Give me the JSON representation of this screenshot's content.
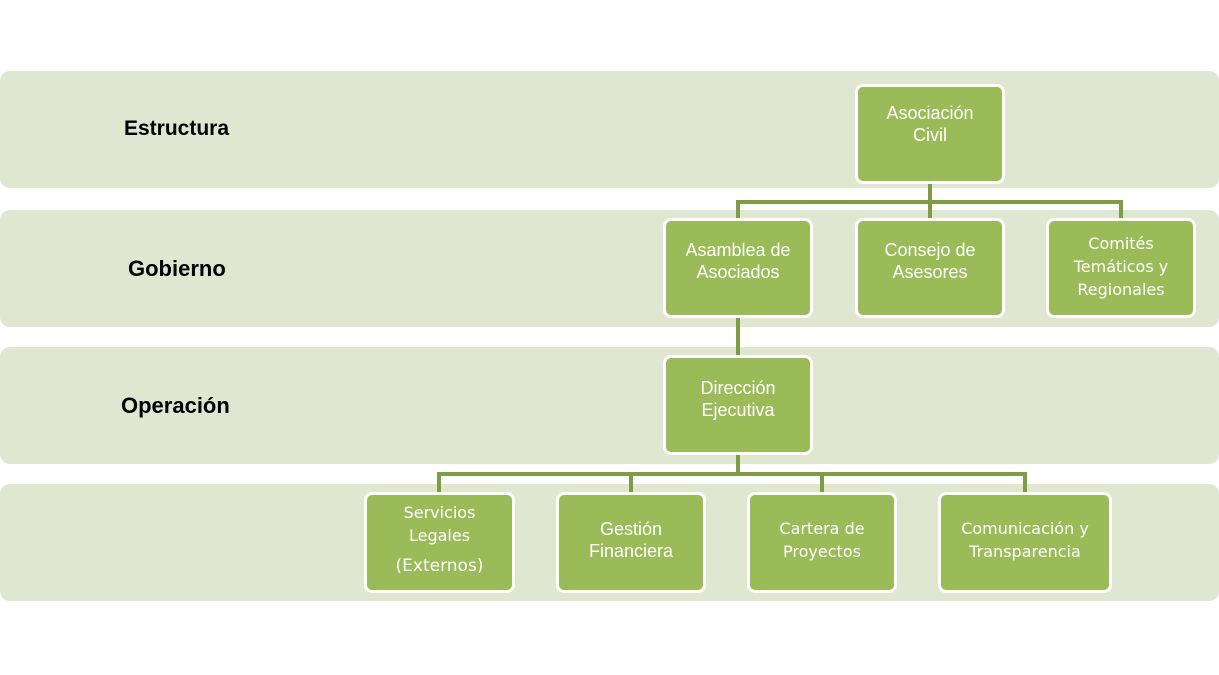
{
  "diagram": {
    "title": "Organigrama",
    "colors": {
      "band": "#dfe7d1",
      "node": "#9bbb59",
      "connector": "#7e9c46",
      "node_text": "#ffffff"
    },
    "bands": [
      {
        "label": "Estructura"
      },
      {
        "label": "Gobierno"
      },
      {
        "label": "Operación"
      },
      {
        "label": ""
      }
    ],
    "nodes": {
      "asociacion_civil": {
        "lines": [
          "Asociación",
          "Civil"
        ]
      },
      "asamblea": {
        "lines": [
          "Asamblea de",
          "Asociados"
        ]
      },
      "consejo": {
        "lines": [
          "Consejo de",
          "Asesores"
        ]
      },
      "comites": {
        "lines": [
          "Comités",
          "Temáticos y",
          "Regionales"
        ]
      },
      "direccion": {
        "lines": [
          "Dirección",
          "Ejecutiva"
        ]
      },
      "servicios_legales": {
        "lines": [
          "Servicios",
          "Legales",
          "(Externos)"
        ]
      },
      "gestion_financiera": {
        "lines": [
          "Gestión",
          "Financiera"
        ]
      },
      "cartera_proyectos": {
        "lines": [
          "Cartera de",
          "Proyectos"
        ]
      },
      "comunicacion": {
        "lines": [
          "Comunicación y",
          "Transparencia"
        ]
      }
    },
    "edges": [
      [
        "asociacion_civil",
        "asamblea"
      ],
      [
        "asociacion_civil",
        "consejo"
      ],
      [
        "asociacion_civil",
        "comites"
      ],
      [
        "asamblea",
        "direccion"
      ],
      [
        "direccion",
        "servicios_legales"
      ],
      [
        "direccion",
        "gestion_financiera"
      ],
      [
        "direccion",
        "cartera_proyectos"
      ],
      [
        "direccion",
        "comunicacion"
      ]
    ]
  }
}
